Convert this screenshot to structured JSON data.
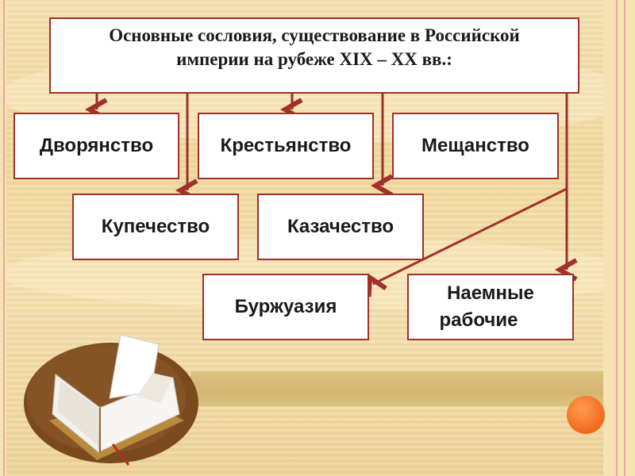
{
  "title_lines": [
    "Основные сословия, существование в Российской",
    "империи на рубеже XIX – XX вв.:"
  ],
  "estates": {
    "nobility": "Дворянство",
    "peasantry": "Крестьянство",
    "burghers": "Мещанство",
    "merchants": "Купечество",
    "cossacks": "Казачество",
    "bourgeoisie": "Буржуазия",
    "workers_line1": "Наемные",
    "workers_line2": "рабочие"
  },
  "colors": {
    "border": "#a0302a",
    "arrow": "#a0302a",
    "accent_dot": "#f06a1c"
  },
  "icons": [
    "open-book-icon"
  ]
}
